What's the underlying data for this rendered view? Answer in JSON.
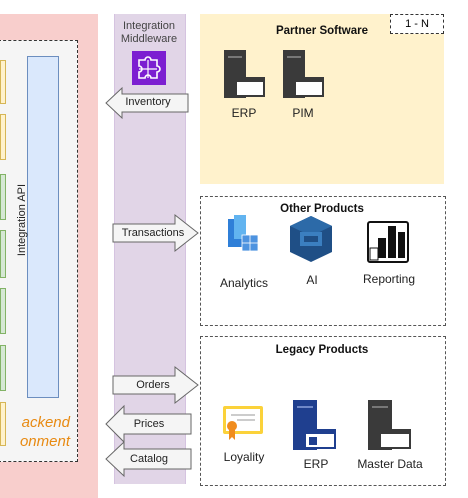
{
  "middleware": {
    "title_line1": "Integration",
    "title_line2": "Middleware"
  },
  "backend": {
    "api_label": "Integration API",
    "env_line1": "ackend",
    "env_line2": "onment"
  },
  "partner": {
    "title": "Partner Software",
    "multiplicity": "1 - N",
    "items": [
      "ERP",
      "PIM"
    ]
  },
  "other": {
    "title": "Other Products",
    "items": [
      "Analytics",
      "AI",
      "Reporting"
    ]
  },
  "legacy": {
    "title": "Legacy Products",
    "items": [
      "Loyality",
      "ERP",
      "Master Data"
    ]
  },
  "arrows": {
    "inventory": "Inventory",
    "transactions": "Transactions",
    "orders": "Orders",
    "prices": "Prices",
    "catalog": "Catalog"
  },
  "icons": [
    "puzzle-icon",
    "server-icon",
    "database-cube-icon",
    "cube-stack-icon",
    "bar-chart-icon",
    "certificate-icon",
    "server-icon"
  ],
  "colors": {
    "backend": "#f8cecc",
    "middleware": "#e1d5e7",
    "partner": "#fff2cc",
    "api": "#dae8fc",
    "accent": "#e88a12"
  }
}
